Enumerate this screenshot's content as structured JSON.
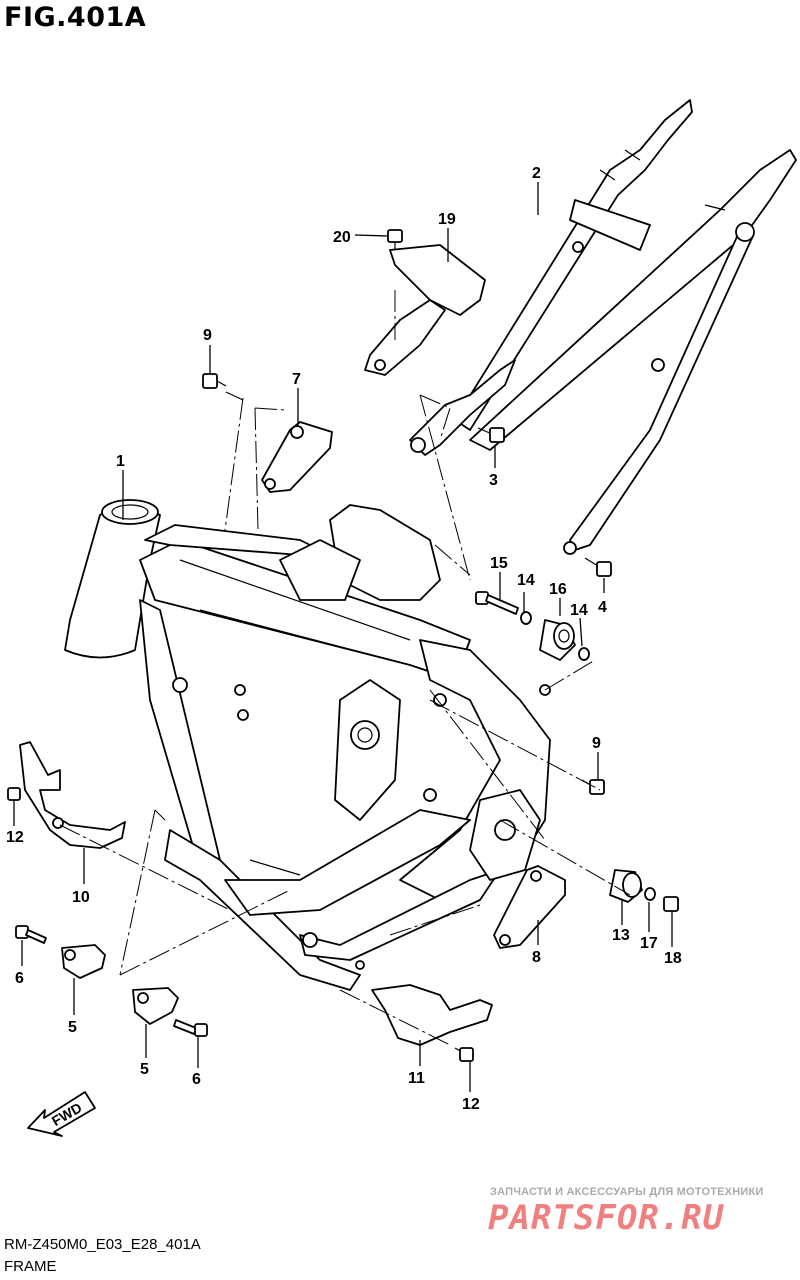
{
  "figure": {
    "title": "FIG.401A",
    "code": "RM-Z450M0_E03_E28_401A",
    "caption": "FRAME"
  },
  "watermark": {
    "tagline": "ЗАПЧАСТИ И АКСЕССУАРЫ ДЛЯ МОТОТЕХНИКИ",
    "logo": "PARTSFOR.RU",
    "color": "#ee6a6a"
  },
  "direction_marker": "FWD",
  "callouts": [
    {
      "id": "1",
      "text": "1"
    },
    {
      "id": "2",
      "text": "2"
    },
    {
      "id": "3",
      "text": "3"
    },
    {
      "id": "4",
      "text": "4"
    },
    {
      "id": "5a",
      "text": "5"
    },
    {
      "id": "5b",
      "text": "5"
    },
    {
      "id": "6a",
      "text": "6"
    },
    {
      "id": "6b",
      "text": "6"
    },
    {
      "id": "7",
      "text": "7"
    },
    {
      "id": "8",
      "text": "8"
    },
    {
      "id": "9a",
      "text": "9"
    },
    {
      "id": "9b",
      "text": "9"
    },
    {
      "id": "10",
      "text": "10"
    },
    {
      "id": "11",
      "text": "11"
    },
    {
      "id": "12a",
      "text": "12"
    },
    {
      "id": "12b",
      "text": "12"
    },
    {
      "id": "13",
      "text": "13"
    },
    {
      "id": "14a",
      "text": "14"
    },
    {
      "id": "14b",
      "text": "14"
    },
    {
      "id": "15",
      "text": "15"
    },
    {
      "id": "16",
      "text": "16"
    },
    {
      "id": "17",
      "text": "17"
    },
    {
      "id": "18",
      "text": "18"
    },
    {
      "id": "19",
      "text": "19"
    },
    {
      "id": "20",
      "text": "20"
    }
  ]
}
